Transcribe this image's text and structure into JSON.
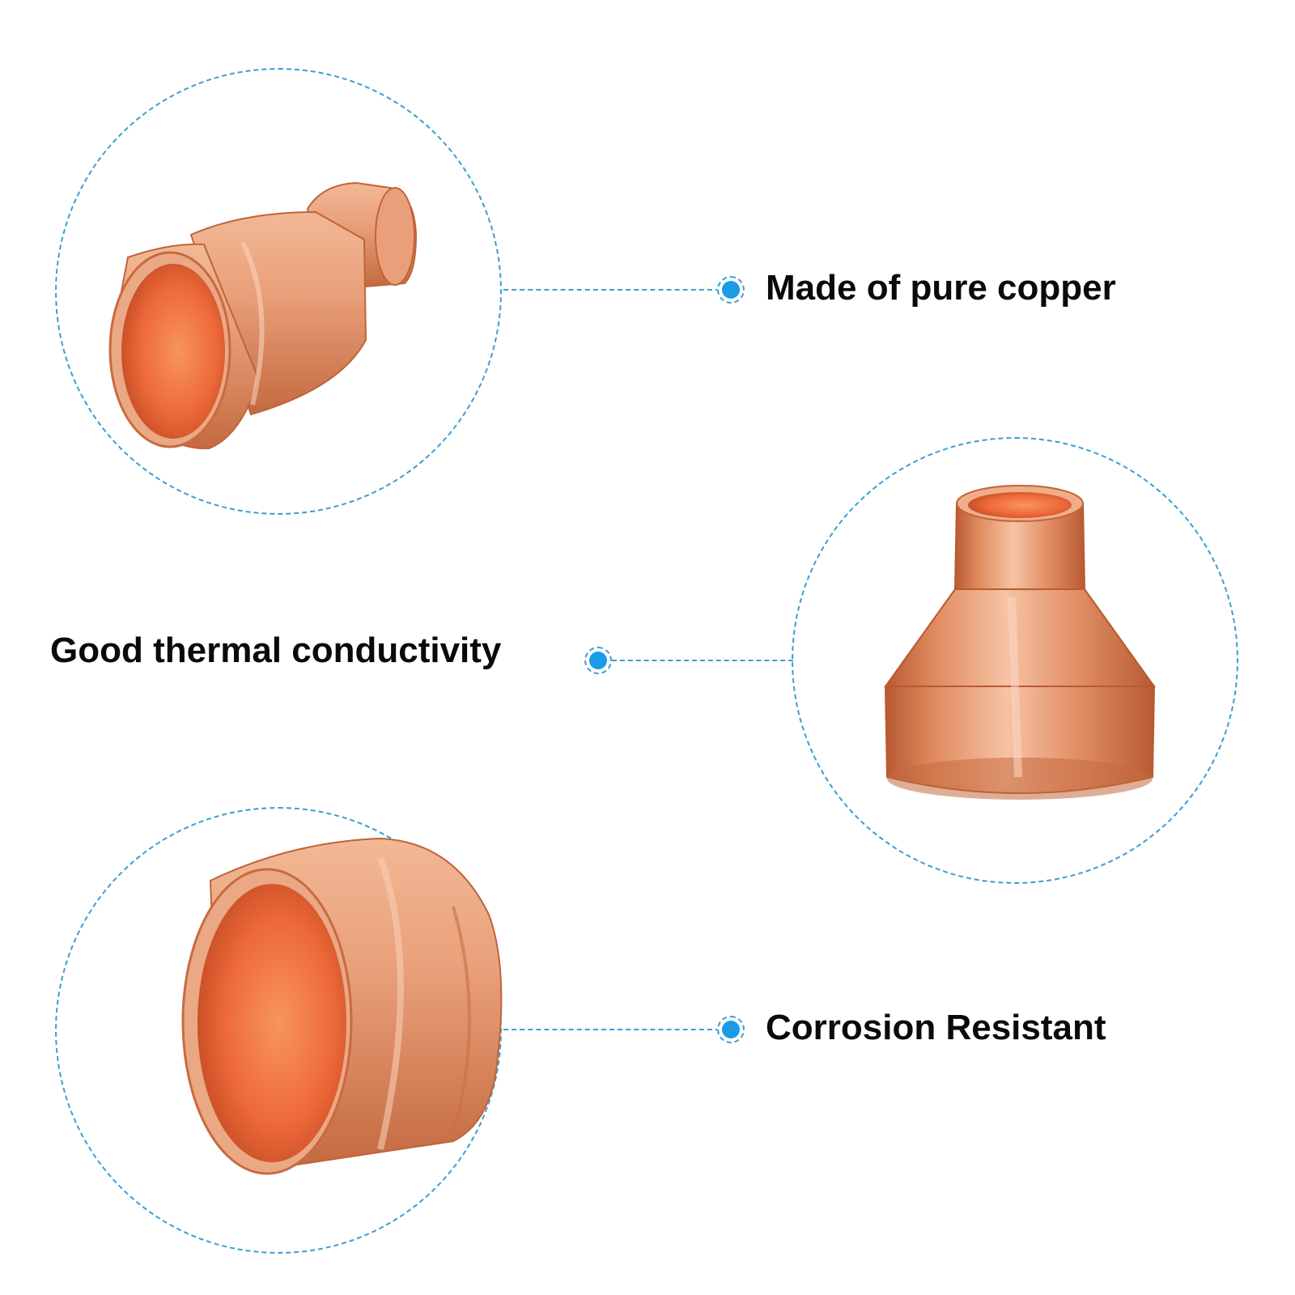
{
  "features": [
    {
      "label": "Made of pure copper"
    },
    {
      "label": "Good thermal conductivity"
    },
    {
      "label": "Corrosion Resistant"
    }
  ],
  "colors": {
    "accent_dashed": "#3a9fd0",
    "dot_fill": "#1a9be6",
    "copper_light": "#f2b08d",
    "copper_mid": "#e08a5e",
    "copper_dark": "#b85a32",
    "copper_inner": "#ee6a3a",
    "text": "#0a0a0a",
    "background": "#ffffff"
  },
  "images": [
    {
      "name": "copper-reducer-side-view-image"
    },
    {
      "name": "copper-reducer-upright-image"
    },
    {
      "name": "copper-reducer-wide-end-image"
    }
  ]
}
